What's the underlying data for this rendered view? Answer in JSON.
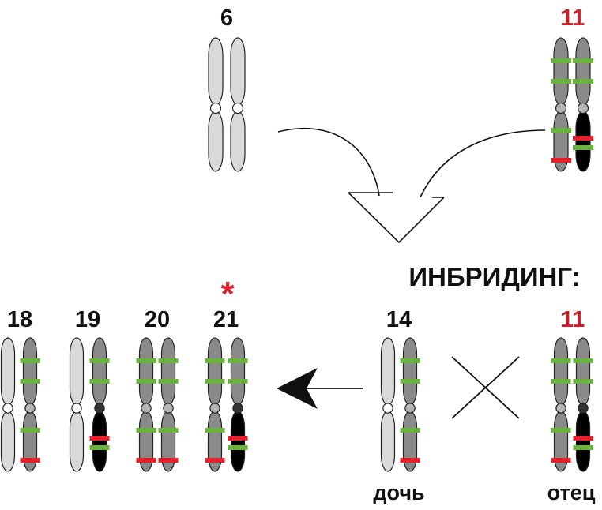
{
  "colors": {
    "light_chromatid": "#d9d9d9",
    "gray_chromatid": "#8a8a8a",
    "dark_chromatid": "#000000",
    "green_band": "#6ab33e",
    "red_band": "#e3202b",
    "text_black": "#111111",
    "text_red": "#cc1d29",
    "centromere_light": "#ffffff",
    "centromere_gray": "#b5b5b5",
    "centromere_dark": "#333333"
  },
  "labels": {
    "top_left": "6",
    "top_right": "11",
    "inbreeding": "ИНБРИДИНГ:",
    "middle_left": "14",
    "middle_right": "11",
    "daughter": "дочь",
    "father": "отец",
    "offspring": [
      "18",
      "19",
      "20",
      "21"
    ],
    "marker": "*"
  },
  "icons": {
    "cross": "x-icon",
    "arrow": "arrow-left-icon",
    "merge_arrow": "merge-arrow-icon"
  }
}
